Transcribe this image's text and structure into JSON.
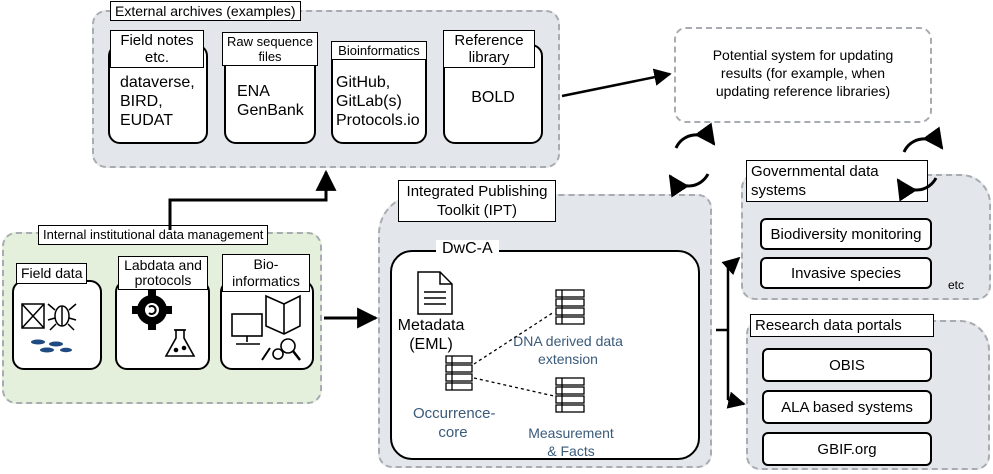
{
  "external": {
    "title": "External archives (examples)",
    "columns": [
      {
        "header": "Field notes etc.",
        "items": [
          "dataverse,",
          "BIRD,",
          "EUDAT"
        ]
      },
      {
        "header": "Raw sequence files",
        "items": [
          "ENA",
          "GenBank"
        ]
      },
      {
        "header": "Bioinformatics",
        "items": [
          "GitHub,",
          "GitLab(s)",
          "Protocols.io"
        ]
      },
      {
        "header": "Reference library",
        "items": [
          "BOLD"
        ]
      }
    ]
  },
  "potential": {
    "lines": [
      "Potential system for updating",
      "results (for example, when",
      "updating reference libraries)"
    ]
  },
  "internal": {
    "title": "Internal institutional data management",
    "cards": [
      {
        "label": "Field data",
        "icon": "field-data-icon"
      },
      {
        "label": "Labdata and protocols",
        "icon": "lab-protocols-icon"
      },
      {
        "label": "Bio-informatics",
        "icon": "bioinformatics-icon"
      }
    ]
  },
  "ipt": {
    "title_line1": "Integrated Publishing",
    "title_line2": "Toolkit (IPT)",
    "dwca": {
      "title": "DwC-A",
      "metadata": [
        "Metadata",
        "(EML)"
      ],
      "occurrence": [
        "Occurrence-",
        "core"
      ],
      "dna": [
        "DNA derived data",
        "extension"
      ],
      "measurement": [
        "Measurement",
        "& Facts"
      ]
    }
  },
  "governmental": {
    "title_line1": "Governmental data",
    "title_line2": "systems",
    "items": [
      "Biodiversity monitoring",
      "Invasive species"
    ],
    "etc": "etc"
  },
  "research": {
    "title": "Research data portals",
    "items": [
      "OBIS",
      "ALA based systems",
      "GBIF.org"
    ]
  },
  "colors": {
    "grey_region": "#e3e6ea",
    "green_region": "#e4f0dc",
    "dashed_border": "#a8acb0",
    "dwca_text_blue": "#3a5a7a",
    "fish_blue": "#1f4b82"
  }
}
